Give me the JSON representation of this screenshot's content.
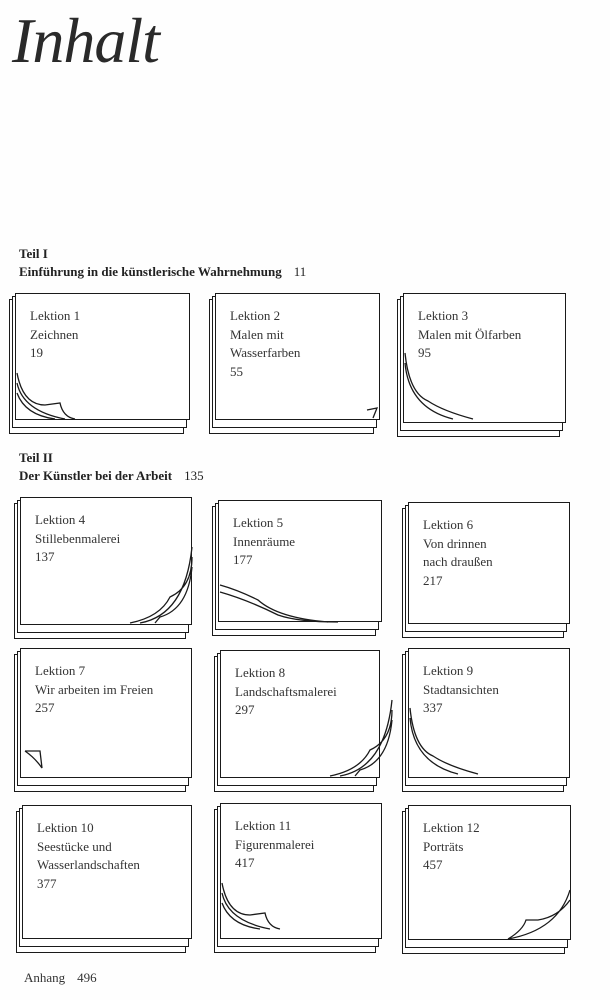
{
  "title": "Inhalt",
  "parts": [
    {
      "label": "Teil I",
      "title": "Einführung in die künstlerische Wahrnehmung",
      "page": "11"
    },
    {
      "label": "Teil II",
      "title": "Der Künstler bei der Arbeit",
      "page": "135"
    }
  ],
  "lessons": [
    {
      "label": "Lektion 1",
      "title": [
        "Zeichnen"
      ],
      "page": "19"
    },
    {
      "label": "Lektion 2",
      "title": [
        "Malen mit",
        "Wasserfarben"
      ],
      "page": "55"
    },
    {
      "label": "Lektion 3",
      "title": [
        "Malen mit Ölfarben"
      ],
      "page": "95"
    },
    {
      "label": "Lektion 4",
      "title": [
        "Stillebenmalerei"
      ],
      "page": "137"
    },
    {
      "label": "Lektion 5",
      "title": [
        "Innenräume"
      ],
      "page": "177"
    },
    {
      "label": "Lektion 6",
      "title": [
        "Von drinnen",
        "nach draußen"
      ],
      "page": "217"
    },
    {
      "label": "Lektion 7",
      "title": [
        "Wir arbeiten im Freien"
      ],
      "page": "257"
    },
    {
      "label": "Lektion 8",
      "title": [
        "Landschaftsmalerei"
      ],
      "page": "297"
    },
    {
      "label": "Lektion 9",
      "title": [
        "Stadtansichten"
      ],
      "page": "337"
    },
    {
      "label": "Lektion 10",
      "title": [
        "Seestücke und",
        "Wasserlandschaften"
      ],
      "page": "377"
    },
    {
      "label": "Lektion 11",
      "title": [
        "Figurenmalerei"
      ],
      "page": "417"
    },
    {
      "label": "Lektion 12",
      "title": [
        "Porträts"
      ],
      "page": "457"
    }
  ],
  "appendix": {
    "label": "Anhang",
    "page": "496"
  }
}
